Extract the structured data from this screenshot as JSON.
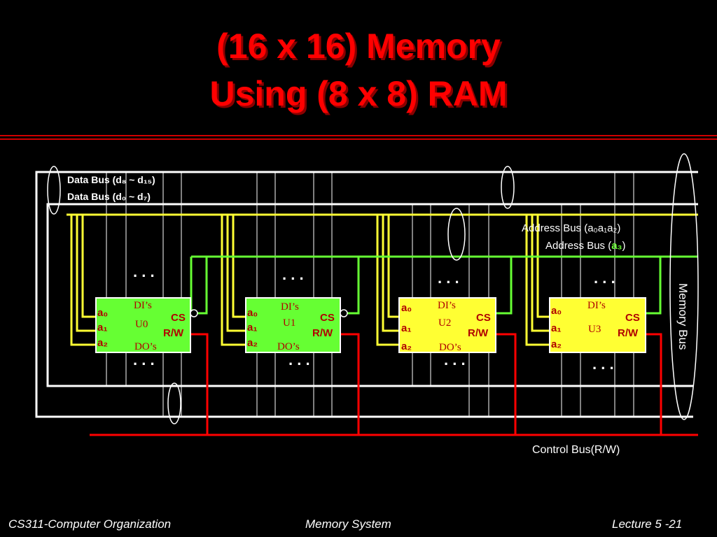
{
  "slide": {
    "title_line1": "(16 x 16) Memory",
    "title_line2": "Using (8 x 8) RAM"
  },
  "labels": {
    "data_bus_high": "Data Bus (d₈ ~ d₁₅)",
    "data_bus_low": "Data Bus (d₀ ~ d₇)",
    "address_bus_a0a1a2": "Address Bus (a₀a₁a₂)",
    "address_bus_a3_prefix": "Address Bus (",
    "address_bus_a3_highlight": "a₃",
    "address_bus_a3_suffix": ")",
    "memory_bus": "Memory Bus",
    "control_bus": "Control Bus(R/W)",
    "ellipsis": ". . ."
  },
  "chips": [
    {
      "unit": "U0",
      "color": "#66ff33",
      "di": "DI’s",
      "do": "DO’s",
      "cs": "CS",
      "rw": "R/W",
      "a0": "a₀",
      "a1": "a₁",
      "a2": "a₂"
    },
    {
      "unit": "U1",
      "color": "#66ff33",
      "di": "DI’s",
      "do": "DO’s",
      "cs": "CS",
      "rw": "R/W",
      "a0": "a₀",
      "a1": "a₁",
      "a2": "a₂"
    },
    {
      "unit": "U2",
      "color": "#ffff33",
      "di": "DI’s",
      "do": "DO’s",
      "cs": "CS",
      "rw": "R/W",
      "a0": "a₀",
      "a1": "a₁",
      "a2": "a₂"
    },
    {
      "unit": "U3",
      "color": "#ffff33",
      "di": "DI’s",
      "do": "DO’s",
      "cs": "CS",
      "rw": "R/W",
      "a0": "a₀",
      "a1": "a₁",
      "a2": "a₂"
    }
  ],
  "colors": {
    "title": "#ff0000",
    "rule": "#d00000",
    "data_bus": "#ffffff",
    "address_bus": "#ffff33",
    "a3_bus": "#66ff33",
    "control_bus": "#ff0000"
  },
  "footer": {
    "left": "CS311-Computer Organization",
    "center": "Memory System",
    "right": "Lecture 5 -21"
  }
}
